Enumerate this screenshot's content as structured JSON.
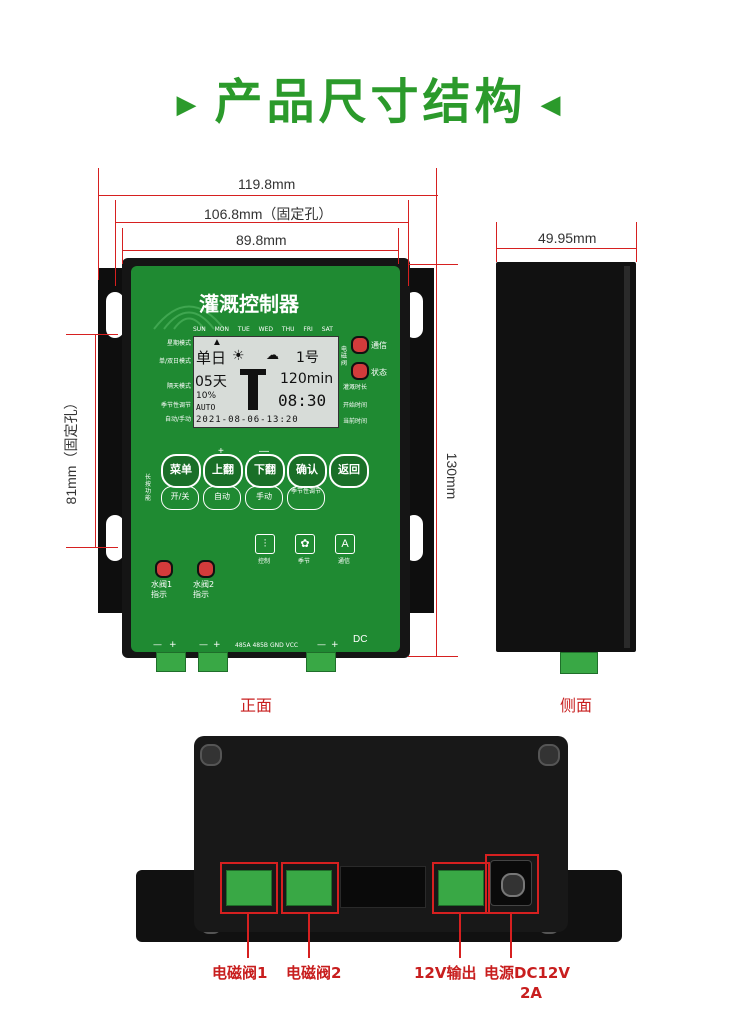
{
  "title": "产品尺寸结构",
  "dimensions": {
    "overall_width": "119.8mm",
    "hole_spacing": "106.8mm（固定孔）",
    "panel_width": "89.8mm",
    "side_depth": "49.95mm",
    "hole_vertical": "81mm（固定孔）",
    "height": "130mm"
  },
  "panel": {
    "product_name": "灌溉控制器",
    "days": [
      "SUN",
      "MON",
      "TUE",
      "WED",
      "THU",
      "FRI",
      "SAT"
    ],
    "left_labels": [
      "星期模式",
      "单/双日模式",
      "隔天模式",
      "季节性调节",
      "自动/手动"
    ],
    "right_labels": [
      "通信",
      "状态"
    ],
    "right_small": [
      "电磁阀",
      "灌溉时长",
      "开始时间",
      "当前时间"
    ],
    "lcd": {
      "mode": "单日",
      "relay": "1号",
      "days_text": "05天",
      "duration": "120min",
      "percent": "10%",
      "auto": "AUTO",
      "time": "08:30",
      "datetime": "2021-08-06-13:20"
    },
    "buttons": [
      {
        "main": "菜单",
        "sub": "开/关",
        "mark": ""
      },
      {
        "main": "上翻",
        "sub": "自动",
        "mark": "+"
      },
      {
        "main": "下翻",
        "sub": "手动",
        "mark": "—"
      },
      {
        "main": "确认",
        "sub": "季节性调节",
        "mark": ""
      },
      {
        "main": "返回",
        "sub": "",
        "mark": ""
      }
    ],
    "long_press": "长按功能",
    "icons": [
      "控制",
      "季节",
      "通信"
    ],
    "indicators": [
      "水阀1指示",
      "水阀2指示"
    ],
    "terminal_labels": "485A 485B GND VCC",
    "dc": "DC",
    "terminal_signs": [
      "—",
      "+"
    ]
  },
  "views": {
    "front": "正面",
    "side": "侧面"
  },
  "bottom": {
    "labels": [
      "电磁阀1",
      "电磁阀2",
      "12V输出",
      "电源DC12V",
      "2A"
    ]
  }
}
